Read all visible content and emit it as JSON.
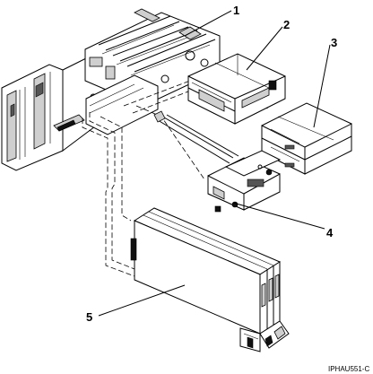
{
  "callouts": [
    {
      "id": "1",
      "text": "1"
    },
    {
      "id": "2",
      "text": "2"
    },
    {
      "id": "3",
      "text": "3"
    },
    {
      "id": "4",
      "text": "4"
    },
    {
      "id": "5",
      "text": "5"
    }
  ],
  "figure_id": "IPHAU551-C"
}
